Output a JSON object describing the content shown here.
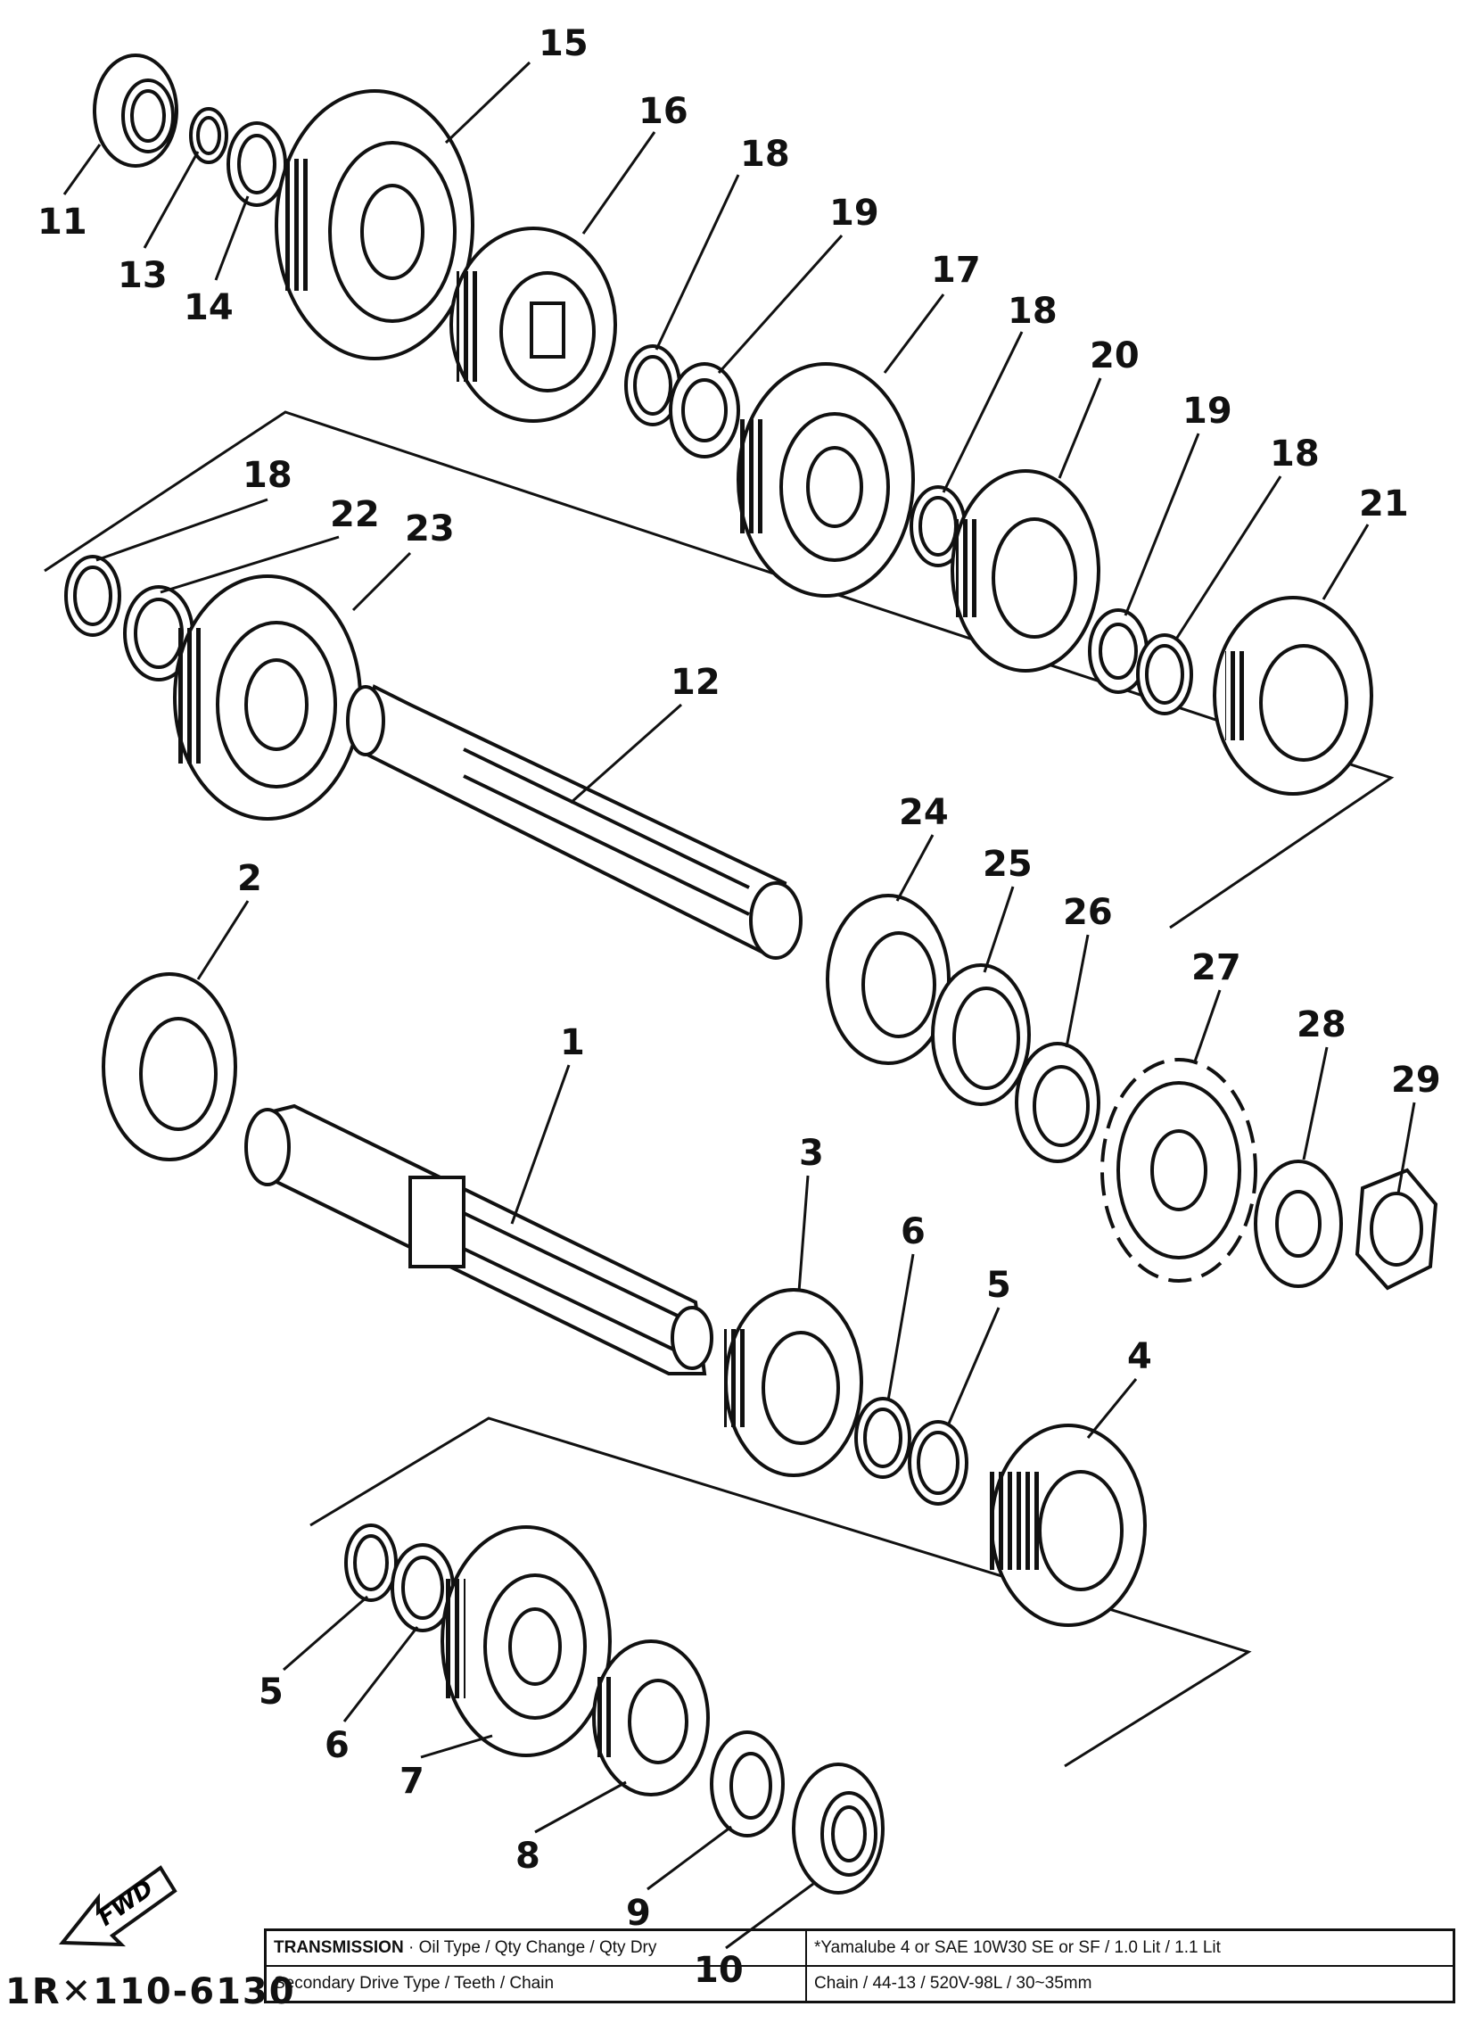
{
  "diagram": {
    "code": "1R✕110-6130",
    "fwd_label": "FWD",
    "callouts": [
      "1",
      "2",
      "3",
      "4",
      "5",
      "6",
      "7",
      "8",
      "9",
      "10",
      "11",
      "12",
      "13",
      "14",
      "15",
      "16",
      "17",
      "18",
      "19",
      "20",
      "21",
      "22",
      "23",
      "24",
      "25",
      "26",
      "27",
      "28",
      "29"
    ]
  },
  "spec_table": {
    "row1": {
      "label_bold": "TRANSMISSION",
      "label_rest": " · Oil Type / Qty Change / Qty Dry",
      "value": "*Yamalube 4 or SAE 10W30 SE or SF / 1.0 Lit / 1.1 Lit"
    },
    "row2": {
      "label": "Secondary Drive Type / Teeth / Chain",
      "value": "Chain / 44-13 / 520V-98L / 30~35mm"
    }
  },
  "colors": {
    "ink": "#111111",
    "paper": "#ffffff"
  }
}
